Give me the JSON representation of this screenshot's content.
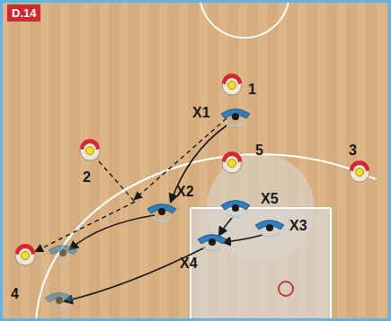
{
  "diagram": {
    "labels": [
      "D.14",
      "1",
      "2",
      "3",
      "4",
      "5",
      "X1",
      "X2",
      "X5",
      "X4",
      "X3"
    ]
  }
}
